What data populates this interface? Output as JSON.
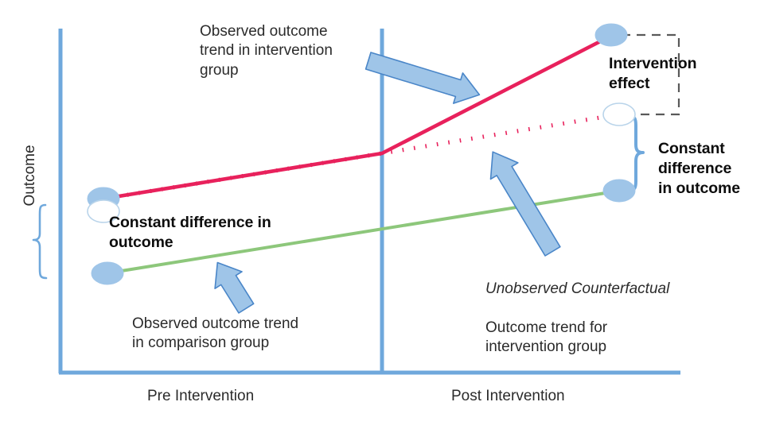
{
  "figure": {
    "type": "difference-in-differences-diagram",
    "background_color": "#ffffff"
  },
  "axes": {
    "y_title": "Outcome",
    "x_tick_labels": [
      "Pre Intervention",
      "Post Intervention"
    ],
    "axis_color": "#6fa8dc",
    "intervention_divider_color": "#6fa8dc"
  },
  "annotations": {
    "observed_intervention": "Observed outcome\ntrend in intervention\ngroup",
    "observed_comparison": "Observed outcome trend\nin comparison group",
    "intervention_effect": "Intervention\neffect",
    "constant_difference_left": "Constant difference in\noutcome",
    "constant_difference_right": "Constant\ndifference\nin outcome",
    "counterfactual_italic": "Unobserved Counterfactual",
    "counterfactual_rest": "Outcome trend for\nintervention group"
  },
  "legend_colors": {
    "treatment_line": "#e8215c",
    "counterfactual_dotted": "#e8215c",
    "comparison_line": "#8dc77b",
    "marker_fill": "#9fc5e8",
    "marker_outline": "#6fa8dc",
    "arrow_fill": "#9fc5e8",
    "arrow_stroke": "#4a86c8",
    "bracket_dashed": "#595959",
    "brace_color": "#6fa8dc"
  },
  "chart_data": {
    "type": "line",
    "title": "",
    "xlabel": "",
    "ylabel": "Outcome",
    "x": [
      "Pre Intervention",
      "Post Intervention"
    ],
    "series": [
      {
        "name": "Observed outcome trend in intervention group",
        "style": "solid",
        "color": "#e8215c",
        "points": [
          {
            "x": 130,
            "y": 250
          },
          {
            "x": 480,
            "y": 193
          },
          {
            "x": 768,
            "y": 44
          }
        ]
      },
      {
        "name": "Unobserved Counterfactual outcome trend for intervention group",
        "style": "dotted",
        "color": "#e8215c",
        "points": [
          {
            "x": 130,
            "y": 250
          },
          {
            "x": 480,
            "y": 193
          },
          {
            "x": 778,
            "y": 144
          }
        ]
      },
      {
        "name": "Observed outcome trend in comparison group",
        "style": "solid",
        "color": "#8dc77b",
        "points": [
          {
            "x": 135,
            "y": 344
          },
          {
            "x": 778,
            "y": 240
          }
        ]
      }
    ],
    "markers": [
      {
        "name": "pre-intervention-observed",
        "x": 130,
        "y": 250,
        "fill": "#9fc5e8"
      },
      {
        "name": "pre-intervention-counterfactual",
        "x": 130,
        "y": 266,
        "fill": "#ffffff"
      },
      {
        "name": "pre-comparison",
        "x": 135,
        "y": 344,
        "fill": "#9fc5e8"
      },
      {
        "name": "post-intervention-observed",
        "x": 768,
        "y": 44,
        "fill": "#9fc5e8"
      },
      {
        "name": "post-intervention-counterfactual",
        "x": 778,
        "y": 144,
        "fill": "#ffffff"
      },
      {
        "name": "post-comparison",
        "x": 778,
        "y": 240,
        "fill": "#9fc5e8"
      }
    ],
    "grid": false,
    "legend": "none"
  }
}
